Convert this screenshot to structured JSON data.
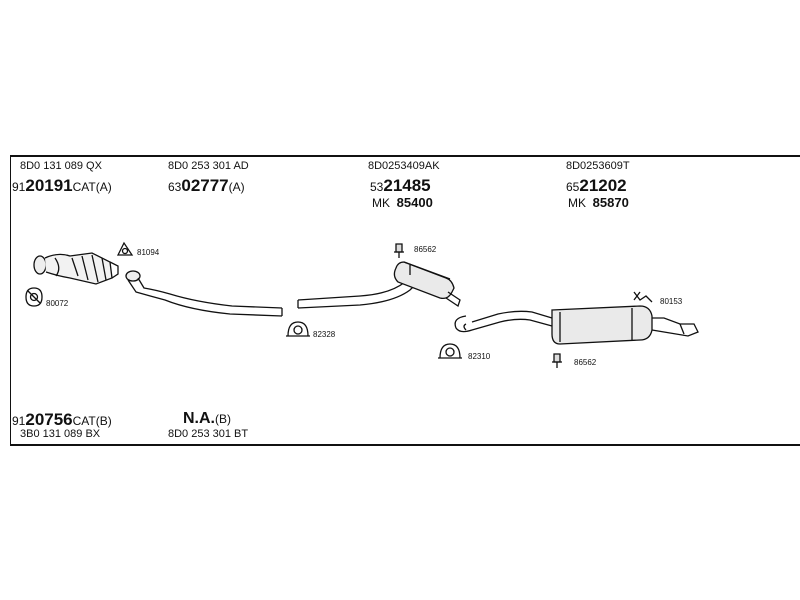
{
  "columns": [
    {
      "oe_number": "8D0 131 089 QX",
      "part_prefix": "91",
      "part_main": "20191",
      "part_suffix": "CAT(A)"
    },
    {
      "oe_number": "8D0 253 301 AD",
      "part_prefix": "63",
      "part_main": "02777",
      "part_suffix": "(A)"
    },
    {
      "oe_number": "8D0253409AK",
      "part_prefix": "53",
      "part_main": "21485",
      "part_suffix": "",
      "mk_prefix": "MK",
      "mk_number": "85400"
    },
    {
      "oe_number": "8D0253609T",
      "part_prefix": "65",
      "part_main": "21202",
      "part_suffix": "",
      "mk_prefix": "MK",
      "mk_number": "85870"
    }
  ],
  "bottom": {
    "alt_cat": {
      "part_prefix": "91",
      "part_main": "20756",
      "part_suffix": "CAT(B)",
      "oe_number": "3B0 131 089 BX"
    },
    "alt_pipe": {
      "na_main": "N.A.",
      "na_suffix": "(B)",
      "oe_number": "8D0 253 301 BT"
    }
  },
  "accessories": {
    "a81094": "81094",
    "a80072": "80072",
    "a82328": "82328",
    "a86562_top": "86562",
    "a82310": "82310",
    "a86562_bottom": "86562",
    "a80153": "80153"
  }
}
